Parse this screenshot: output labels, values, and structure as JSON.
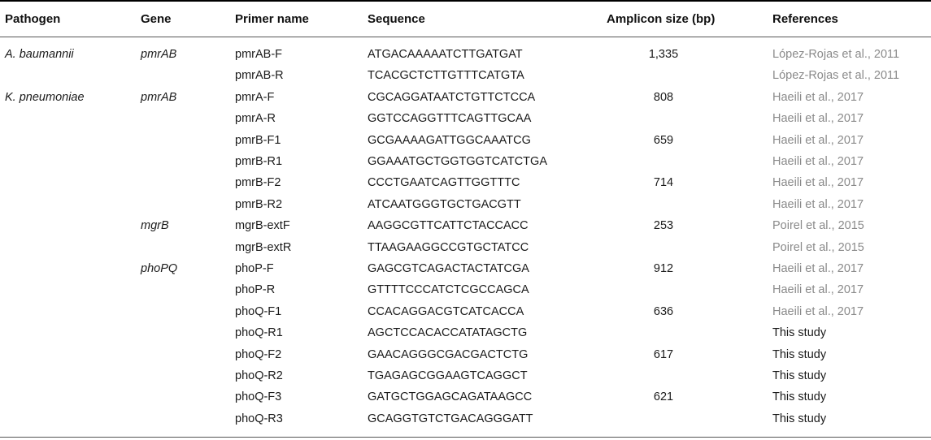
{
  "headers": {
    "pathogen": "Pathogen",
    "gene": "Gene",
    "primer": "Primer name",
    "sequence": "Sequence",
    "amplicon": "Amplicon size (bp)",
    "references": "References"
  },
  "rows": [
    {
      "pathogen": "A. baumannii",
      "gene": "pmrAB",
      "primer": "pmrAB-F",
      "sequence": "ATGACAAAAATCTTGATGAT",
      "amplicon": "1,335",
      "reference": "López-Rojas et al., 2011",
      "ref_style": "grey"
    },
    {
      "pathogen": "",
      "gene": "",
      "primer": "pmrAB-R",
      "sequence": "TCACGCTCTTGTTTCATGTA",
      "amplicon": "",
      "reference": "López-Rojas et al., 2011",
      "ref_style": "grey"
    },
    {
      "pathogen": "K. pneumoniae",
      "gene": "pmrAB",
      "primer": "pmrA-F",
      "sequence": "CGCAGGATAATCTGTTCTCCA",
      "amplicon": "808",
      "reference": "Haeili et al., 2017",
      "ref_style": "grey"
    },
    {
      "pathogen": "",
      "gene": "",
      "primer": "pmrA-R",
      "sequence": "GGTCCAGGTTTCAGTTGCAA",
      "amplicon": "",
      "reference": "Haeili et al., 2017",
      "ref_style": "grey"
    },
    {
      "pathogen": "",
      "gene": "",
      "primer": "pmrB-F1",
      "sequence": "GCGAAAAGATTGGCAAATCG",
      "amplicon": "659",
      "reference": "Haeili et al., 2017",
      "ref_style": "grey"
    },
    {
      "pathogen": "",
      "gene": "",
      "primer": "pmrB-R1",
      "sequence": "GGAAATGCTGGTGGTCATCTGA",
      "amplicon": "",
      "reference": "Haeili et al., 2017",
      "ref_style": "grey"
    },
    {
      "pathogen": "",
      "gene": "",
      "primer": "pmrB-F2",
      "sequence": "CCCTGAATCAGTTGGTTTC",
      "amplicon": "714",
      "reference": "Haeili et al., 2017",
      "ref_style": "grey"
    },
    {
      "pathogen": "",
      "gene": "",
      "primer": "pmrB-R2",
      "sequence": "ATCAATGGGTGCTGACGTT",
      "amplicon": "",
      "reference": "Haeili et al., 2017",
      "ref_style": "grey"
    },
    {
      "pathogen": "",
      "gene": "mgrB",
      "primer": "mgrB-extF",
      "sequence": "AAGGCGTTCATTCTACCACC",
      "amplicon": "253",
      "reference": "Poirel et al., 2015",
      "ref_style": "grey"
    },
    {
      "pathogen": "",
      "gene": "",
      "primer": "mgrB-extR",
      "sequence": "TTAAGAAGGCCGTGCTATCC",
      "amplicon": "",
      "reference": "Poirel et al., 2015",
      "ref_style": "grey"
    },
    {
      "pathogen": "",
      "gene": "phoPQ",
      "primer": "phoP-F",
      "sequence": "GAGCGTCAGACTACTATCGA",
      "amplicon": "912",
      "reference": "Haeili et al., 2017",
      "ref_style": "grey"
    },
    {
      "pathogen": "",
      "gene": "",
      "primer": "phoP-R",
      "sequence": "GTTTTCCCATCTCGCCAGCA",
      "amplicon": "",
      "reference": "Haeili et al., 2017",
      "ref_style": "grey"
    },
    {
      "pathogen": "",
      "gene": "",
      "primer": "phoQ-F1",
      "sequence": "CCACAGGACGTCATCACCA",
      "amplicon": "636",
      "reference": "Haeili et al., 2017",
      "ref_style": "grey"
    },
    {
      "pathogen": "",
      "gene": "",
      "primer": "phoQ-R1",
      "sequence": "AGCTCCACACCATATAGCTG",
      "amplicon": "",
      "reference": "This study",
      "ref_style": "dark"
    },
    {
      "pathogen": "",
      "gene": "",
      "primer": "phoQ-F2",
      "sequence": "GAACAGGGCGACGACTCTG",
      "amplicon": "617",
      "reference": "This study",
      "ref_style": "dark"
    },
    {
      "pathogen": "",
      "gene": "",
      "primer": "phoQ-R2",
      "sequence": "TGAGAGCGGAAGTCAGGCT",
      "amplicon": "",
      "reference": "This study",
      "ref_style": "dark"
    },
    {
      "pathogen": "",
      "gene": "",
      "primer": "phoQ-F3",
      "sequence": "GATGCTGGAGCAGATAAGCC",
      "amplicon": "621",
      "reference": "This study",
      "ref_style": "dark"
    },
    {
      "pathogen": "",
      "gene": "",
      "primer": "phoQ-R3",
      "sequence": "GCAGGTGTCTGACAGGGATT",
      "amplicon": "",
      "reference": "This study",
      "ref_style": "dark"
    }
  ]
}
